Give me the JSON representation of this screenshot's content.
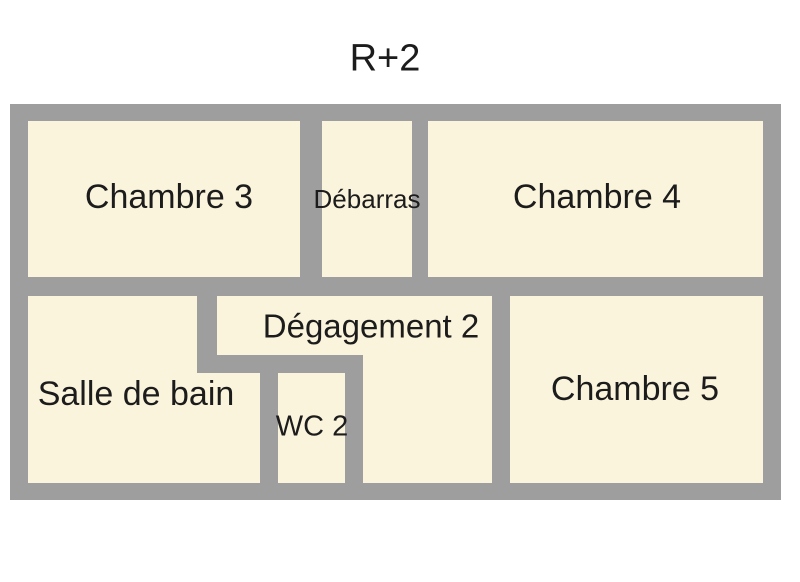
{
  "title": "R+2",
  "floor_plan": {
    "rooms": [
      {
        "name": "chambre-3",
        "label": "Chambre 3"
      },
      {
        "name": "debarras",
        "label": "Débarras"
      },
      {
        "name": "chambre-4",
        "label": "Chambre 4"
      },
      {
        "name": "degagement-2",
        "label": "Dégagement 2"
      },
      {
        "name": "salle-de-bain",
        "label": "Salle de bain"
      },
      {
        "name": "wc-2",
        "label": "WC 2"
      },
      {
        "name": "chambre-5",
        "label": "Chambre 5"
      }
    ],
    "colors": {
      "wall": "#9e9e9e",
      "room_fill": "#fbf4dc",
      "text": "#1c1c1c",
      "background": "#ffffff"
    }
  }
}
